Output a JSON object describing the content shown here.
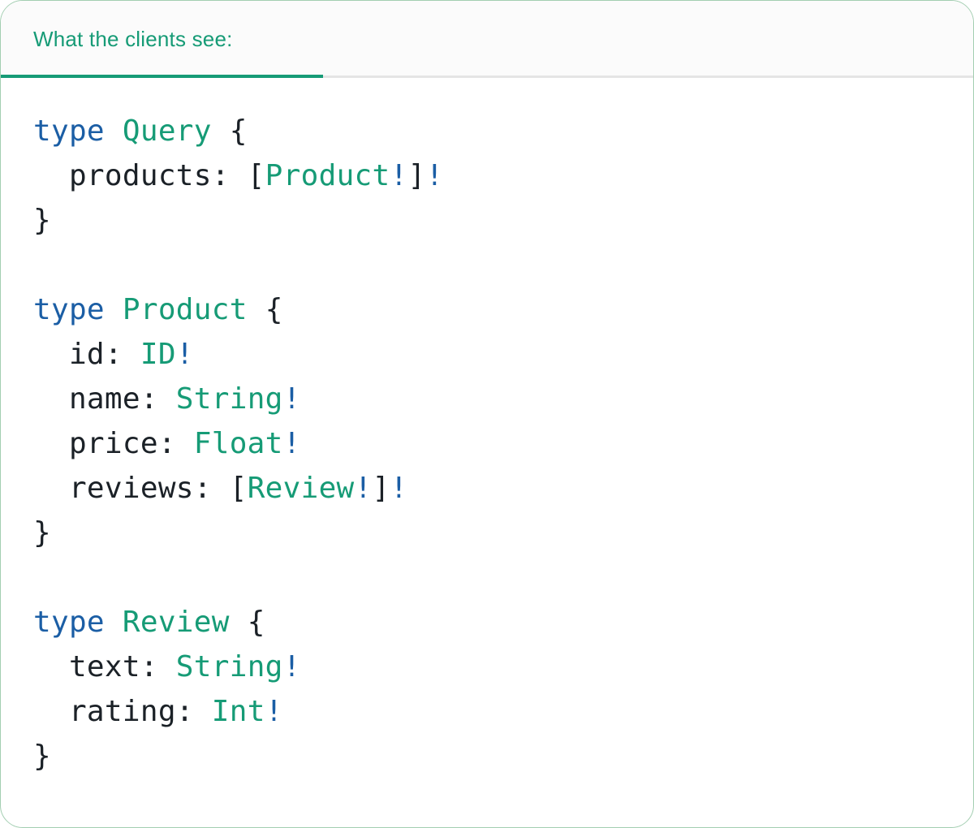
{
  "card": {
    "header": {
      "tab_label": "What the clients see:"
    },
    "colors": {
      "accent_teal": "#169B76",
      "keyword_blue": "#1B5EA5",
      "type_teal": "#169B76",
      "code_plain": "#1B2127",
      "divider_gray": "#E5E5E5",
      "card_border_green": "#A3CEB1",
      "header_bg": "#FBFBFB"
    },
    "code": {
      "language": "graphql",
      "lines": [
        [
          {
            "t": "type",
            "c": "kw"
          },
          {
            "t": " ",
            "c": "pl"
          },
          {
            "t": "Query",
            "c": "ty"
          },
          {
            "t": " {",
            "c": "pl"
          }
        ],
        [
          {
            "t": "  products: [",
            "c": "pl"
          },
          {
            "t": "Product",
            "c": "ty"
          },
          {
            "t": "!",
            "c": "kw"
          },
          {
            "t": "]",
            "c": "pl"
          },
          {
            "t": "!",
            "c": "kw"
          }
        ],
        [
          {
            "t": "}",
            "c": "pl"
          }
        ],
        [],
        [
          {
            "t": "type",
            "c": "kw"
          },
          {
            "t": " ",
            "c": "pl"
          },
          {
            "t": "Product",
            "c": "ty"
          },
          {
            "t": " {",
            "c": "pl"
          }
        ],
        [
          {
            "t": "  id: ",
            "c": "pl"
          },
          {
            "t": "ID",
            "c": "ty"
          },
          {
            "t": "!",
            "c": "kw"
          }
        ],
        [
          {
            "t": "  name: ",
            "c": "pl"
          },
          {
            "t": "String",
            "c": "ty"
          },
          {
            "t": "!",
            "c": "kw"
          }
        ],
        [
          {
            "t": "  price: ",
            "c": "pl"
          },
          {
            "t": "Float",
            "c": "ty"
          },
          {
            "t": "!",
            "c": "kw"
          }
        ],
        [
          {
            "t": "  reviews: [",
            "c": "pl"
          },
          {
            "t": "Review",
            "c": "ty"
          },
          {
            "t": "!",
            "c": "kw"
          },
          {
            "t": "]",
            "c": "pl"
          },
          {
            "t": "!",
            "c": "kw"
          }
        ],
        [
          {
            "t": "}",
            "c": "pl"
          }
        ],
        [],
        [
          {
            "t": "type",
            "c": "kw"
          },
          {
            "t": " ",
            "c": "pl"
          },
          {
            "t": "Review",
            "c": "ty"
          },
          {
            "t": " {",
            "c": "pl"
          }
        ],
        [
          {
            "t": "  text: ",
            "c": "pl"
          },
          {
            "t": "String",
            "c": "ty"
          },
          {
            "t": "!",
            "c": "kw"
          }
        ],
        [
          {
            "t": "  rating: ",
            "c": "pl"
          },
          {
            "t": "Int",
            "c": "ty"
          },
          {
            "t": "!",
            "c": "kw"
          }
        ],
        [
          {
            "t": "}",
            "c": "pl"
          }
        ]
      ]
    }
  }
}
